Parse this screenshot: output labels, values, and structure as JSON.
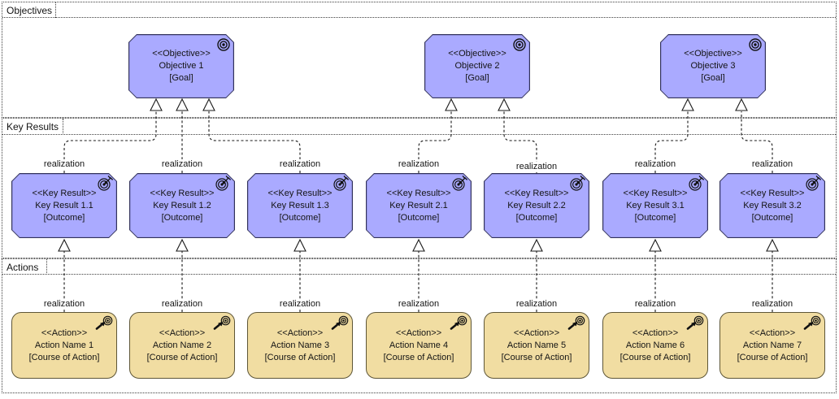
{
  "labels": {
    "realization": "realization"
  },
  "lanes": [
    {
      "label": "Objectives"
    },
    {
      "label": "Key Results"
    },
    {
      "label": "Actions"
    }
  ],
  "nodes": {
    "objectives": [
      {
        "stereotype": "<<Objective>>",
        "name": "Objective 1",
        "type": "[Goal]"
      },
      {
        "stereotype": "<<Objective>>",
        "name": "Objective 2",
        "type": "[Goal]"
      },
      {
        "stereotype": "<<Objective>>",
        "name": "Objective 3",
        "type": "[Goal]"
      }
    ],
    "key_results": [
      {
        "stereotype": "<<Key Result>>",
        "name": "Key Result 1.1",
        "type": "[Outcome]"
      },
      {
        "stereotype": "<<Key Result>>",
        "name": "Key Result 1.2",
        "type": "[Outcome]"
      },
      {
        "stereotype": "<<Key Result>>",
        "name": "Key Result 1.3",
        "type": "[Outcome]"
      },
      {
        "stereotype": "<<Key Result>>",
        "name": "Key Result 2.1",
        "type": "[Outcome]"
      },
      {
        "stereotype": "<<Key Result>>",
        "name": "Key Result 2.2",
        "type": "[Outcome]"
      },
      {
        "stereotype": "<<Key Result>>",
        "name": "Key Result 3.1",
        "type": "[Outcome]"
      },
      {
        "stereotype": "<<Key Result>>",
        "name": "Key Result 3.2",
        "type": "[Outcome]"
      }
    ],
    "actions": [
      {
        "stereotype": "<<Action>>",
        "name": "Action Name 1",
        "type": "[Course of Action]"
      },
      {
        "stereotype": "<<Action>>",
        "name": "Action Name 2",
        "type": "[Course of Action]"
      },
      {
        "stereotype": "<<Action>>",
        "name": "Action Name 3",
        "type": "[Course of Action]"
      },
      {
        "stereotype": "<<Action>>",
        "name": "Action Name 4",
        "type": "[Course of Action]"
      },
      {
        "stereotype": "<<Action>>",
        "name": "Action Name 5",
        "type": "[Course of Action]"
      },
      {
        "stereotype": "<<Action>>",
        "name": "Action Name 6",
        "type": "[Course of Action]"
      },
      {
        "stereotype": "<<Action>>",
        "name": "Action Name 7",
        "type": "[Course of Action]"
      }
    ]
  },
  "colors": {
    "motivation_fill": "#AAAAFF",
    "motivation_border": "#32325A",
    "action_fill": "#F1DDA2",
    "action_border": "#5E5637",
    "connector": "#1A1A1A",
    "lane_border": "#3F3F3F",
    "text": "#141414",
    "canvas": "#FFFFFF"
  }
}
